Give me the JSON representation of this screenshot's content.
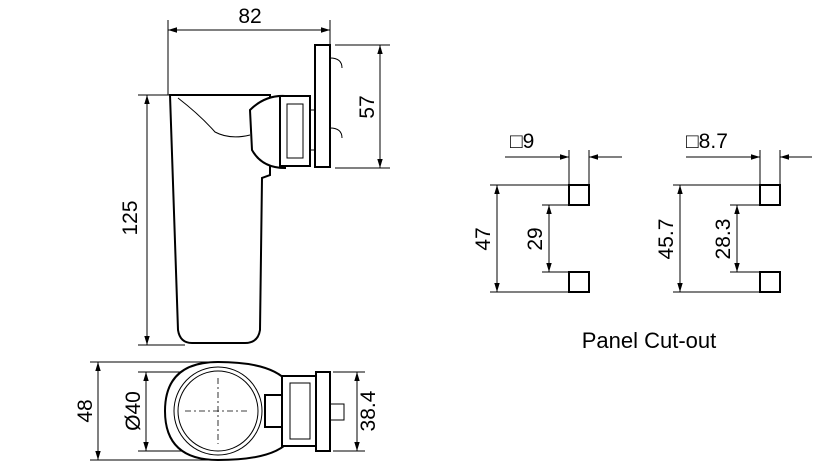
{
  "side_view": {
    "width": "82",
    "mount_height": "57",
    "height": "125"
  },
  "bottom_view": {
    "overall": "48",
    "diameter": "Ø40",
    "mount_width": "38.4"
  },
  "cutout_a": {
    "square": "□9",
    "outer": "47",
    "inner": "29"
  },
  "cutout_b": {
    "square": "□8.7",
    "outer": "45.7",
    "inner": "28.3"
  },
  "caption": "Panel Cut-out"
}
